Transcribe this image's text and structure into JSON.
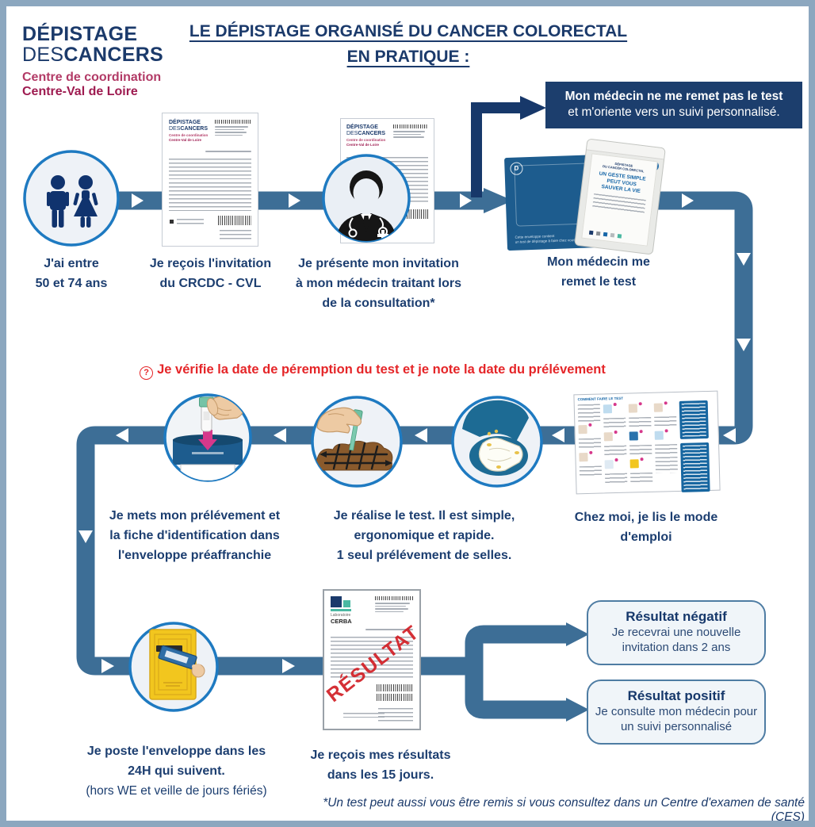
{
  "colors": {
    "band": "#3d6e96",
    "navy_arrow": "#17386a",
    "callout_bg": "#1c3e6d",
    "circle_border": "#1e7ac1",
    "label_text": "#1c3e70",
    "red": "#e52528",
    "logo_magenta": "#b23a66",
    "logo_magenta_dark": "#9e1b50",
    "frame_border": "#8ca7bf",
    "stamp_red": "#d11a21",
    "mailbox_yellow": "#f2c61e",
    "envelope_blue": "#1d5c8e"
  },
  "logo": {
    "line1": "DÉPISTAGE",
    "line2_thin": "DES",
    "line2_bold": "CANCERS",
    "line3": "Centre de coordination",
    "line4": "Centre-Val de Loire"
  },
  "title": {
    "line1": "LE DÉPISTAGE ORGANISÉ DU CANCER COLORECTAL",
    "line2": "EN PRATIQUE :"
  },
  "callout": {
    "line1": "Mon médecin ne me remet pas le test",
    "line2": "et m'oriente vers un suivi personnalisé."
  },
  "steps": {
    "age": {
      "l1": "J'ai entre",
      "l2": "50 et 74 ans"
    },
    "invitation": {
      "l1": "Je reçois l'invitation",
      "l2": "du CRCDC - CVL"
    },
    "doctor": {
      "l1": "Je présente mon invitation",
      "l2": "à mon médecin traitant lors",
      "l3": "de la consultation*"
    },
    "kit": {
      "l1": "Mon médecin me",
      "l2": "remet le test"
    },
    "manual": {
      "l1": "Chez moi, je lis le mode",
      "l2": "d'emploi"
    },
    "test": {
      "l1": "Je réalise le test. Il est simple,",
      "l2": "ergonomique et rapide.",
      "l3": "1 seul prélévement de selles."
    },
    "envelope": {
      "l1": "Je mets mon prélévement et",
      "l2": "la fiche d'identification dans",
      "l3": "l'enveloppe préaffranchie"
    },
    "post": {
      "l1": "Je poste l'enveloppe dans les",
      "l2": "24H qui suivent.",
      "l3": "(hors WE et veille de jours fériés)"
    },
    "results": {
      "l1": "Je reçois mes résultats",
      "l2": "dans les 15 jours."
    }
  },
  "reminder": {
    "icon": "?",
    "text": "Je vérifie la date de péremption du test et je note la date du prélévement"
  },
  "outcomes": {
    "negative": {
      "title": "Résultat négatif",
      "l1": "Je recevrai une nouvelle",
      "l2": "invitation dans 2 ans"
    },
    "positive": {
      "title": "Résultat positif",
      "l1": "Je consulte mon médecin pour",
      "l2": "un suivi personnalisé"
    }
  },
  "footnote": "*Un test peut aussi vous être remis si vous consultez dans un Centre d'examen de santé (CES)",
  "artifacts": {
    "test_kit": {
      "header1": "DÉPISTAGE",
      "header2": "DU CANCER COLORECTAL",
      "t1": "UN GESTE SIMPLE",
      "t2": "PEUT VOUS",
      "t3": "SAUVER LA VIE"
    },
    "blue_envelope": {
      "logo_letter": "D",
      "note1": "Cette enveloppe contient",
      "note2": "un test de dépistage à faire chez vous."
    },
    "leaflet": {
      "title": "COMMENT FAIRE LE TEST"
    },
    "lab_letter": {
      "lab1": "Laboratoire",
      "lab2": "CERBA",
      "stamp": "RÉSULTAT"
    }
  }
}
